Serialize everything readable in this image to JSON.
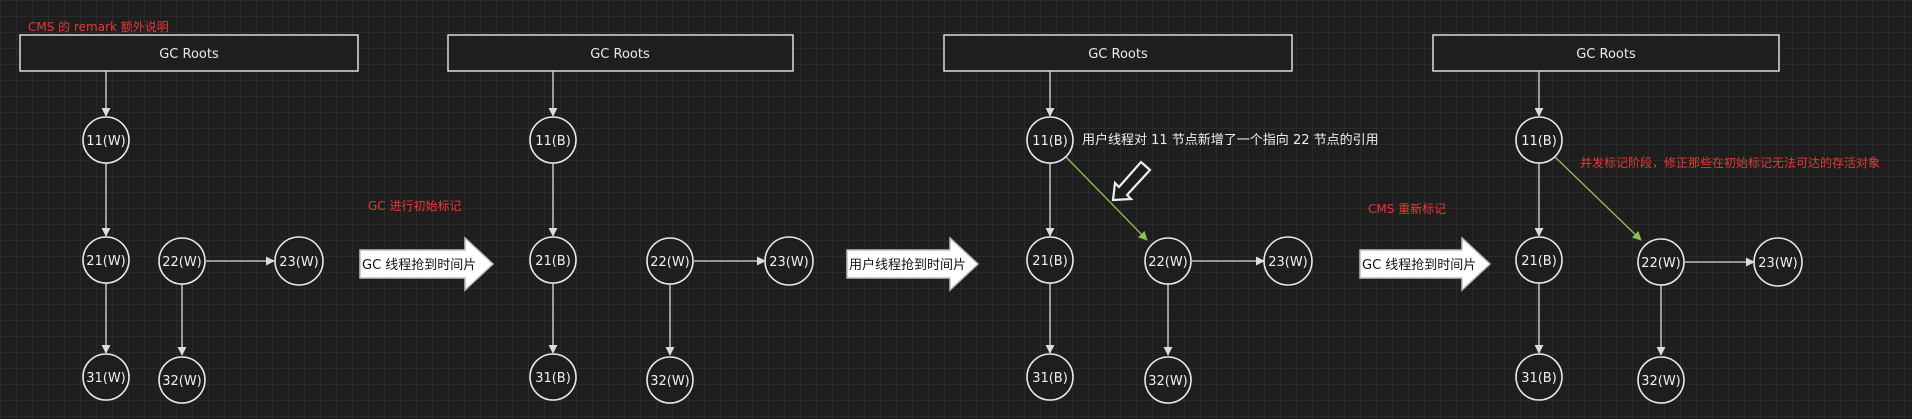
{
  "title_note": "CMS 的 remark 额外说明",
  "root_label": "GC Roots",
  "panels": [
    {
      "nodes": {
        "n11": "11(W)",
        "n21": "21(W)",
        "n22": "22(W)",
        "n23": "23(W)",
        "n31": "31(W)",
        "n32": "32(W)"
      }
    },
    {
      "nodes": {
        "n11": "11(B)",
        "n21": "21(B)",
        "n22": "22(W)",
        "n23": "23(W)",
        "n31": "31(B)",
        "n32": "32(W)"
      }
    },
    {
      "nodes": {
        "n11": "11(B)",
        "n21": "21(B)",
        "n22": "22(W)",
        "n23": "23(W)",
        "n31": "31(B)",
        "n32": "32(W)"
      },
      "note": "用户线程对 11 节点新增了一个指向 22 节点的引用"
    },
    {
      "nodes": {
        "n11": "11(B)",
        "n21": "21(B)",
        "n22": "22(W)",
        "n23": "23(W)",
        "n31": "31(B)",
        "n32": "32(W)"
      },
      "note": "并发标记阶段，修正那些在初始标记无法可达的存活对象"
    }
  ],
  "transitions": [
    {
      "label": "GC 线程抢到时间片",
      "note": "GC 进行初始标记"
    },
    {
      "label": "用户线程抢到时间片",
      "note": ""
    },
    {
      "label": "GC 线程抢到时间片",
      "note": "CMS 重新标记"
    }
  ],
  "colors": {
    "background": "#1e1e1e",
    "stroke": "#e8e8e8",
    "red_note": "#e53935",
    "new_reference": "#8fbf5a"
  }
}
